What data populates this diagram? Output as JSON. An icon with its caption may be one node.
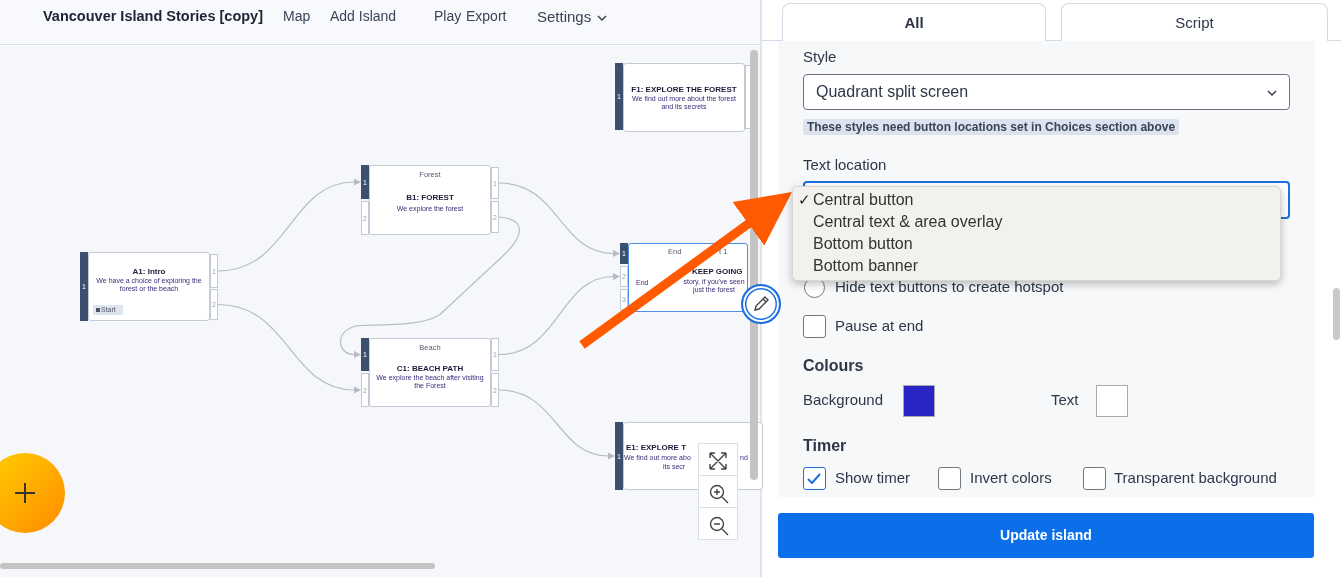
{
  "diagram": {
    "nodes": [
      {
        "text": [
          "F1: EXPLORE THE FOREST",
          "We find out more about the forest and its secrets"
        ],
        "beside": [
          "1"
        ]
      },
      {
        "text": [
          "Forest",
          "B1: FOREST",
          "We explore the forest"
        ],
        "beside": [
          "1",
          "2",
          "1",
          "2"
        ]
      },
      {
        "text": [
          "End",
          "t 1",
          "KEEP GOING",
          "End",
          "story, if you've seen just the forest"
        ],
        "beside": [
          "1",
          "2",
          "3"
        ]
      },
      {
        "text": [
          "A1: Intro",
          "We have a choice of exploring the forest or the beach",
          "Start"
        ],
        "beside": [
          "1",
          "1",
          "2"
        ]
      },
      {
        "text": [
          "Beach",
          "C1: BEACH PATH",
          "We explore the beach after visiting the Forest"
        ],
        "beside": [
          "1",
          "2",
          "1",
          "2"
        ]
      },
      {
        "text": [
          "E1: EXPLORE T",
          "We find out more abo",
          "nd",
          "its secr"
        ],
        "beside": [
          "1"
        ]
      },
      {
        "text": [
          "✓",
          "Central button",
          "Central text & area overlay",
          "Bottom button",
          "Bottom banner"
        ]
      }
    ],
    "edges": [
      {
        "from": 3,
        "to": 1,
        "arrow": "to"
      },
      {
        "from": 3,
        "to": 4,
        "arrow": "to"
      },
      {
        "from": 1,
        "to": 2,
        "arrow": "to"
      },
      {
        "from": 1,
        "to": 4,
        "arrow": "to"
      },
      {
        "from": 4,
        "to": 2,
        "arrow": "to"
      },
      {
        "from": 4,
        "to": 5,
        "arrow": "to"
      },
      {
        "from": null,
        "to": 6,
        "arrow": "to",
        "style": "thick",
        "color": "#ff5a00"
      }
    ],
    "labels": [
      "Vancouver Island Stories [copy]",
      "Map",
      "Add Island",
      "Play",
      "Export",
      "Settings",
      "All",
      "Script",
      "Style",
      "Quadrant split screen",
      "These styles need button locations set in Choices section above",
      "Text location",
      "Hide text buttons to create hotspot",
      "Pause at end",
      "Colours",
      "Background",
      "Text",
      "Timer",
      "Show timer",
      "Invert colors",
      "Transparent background",
      "Update island"
    ]
  }
}
